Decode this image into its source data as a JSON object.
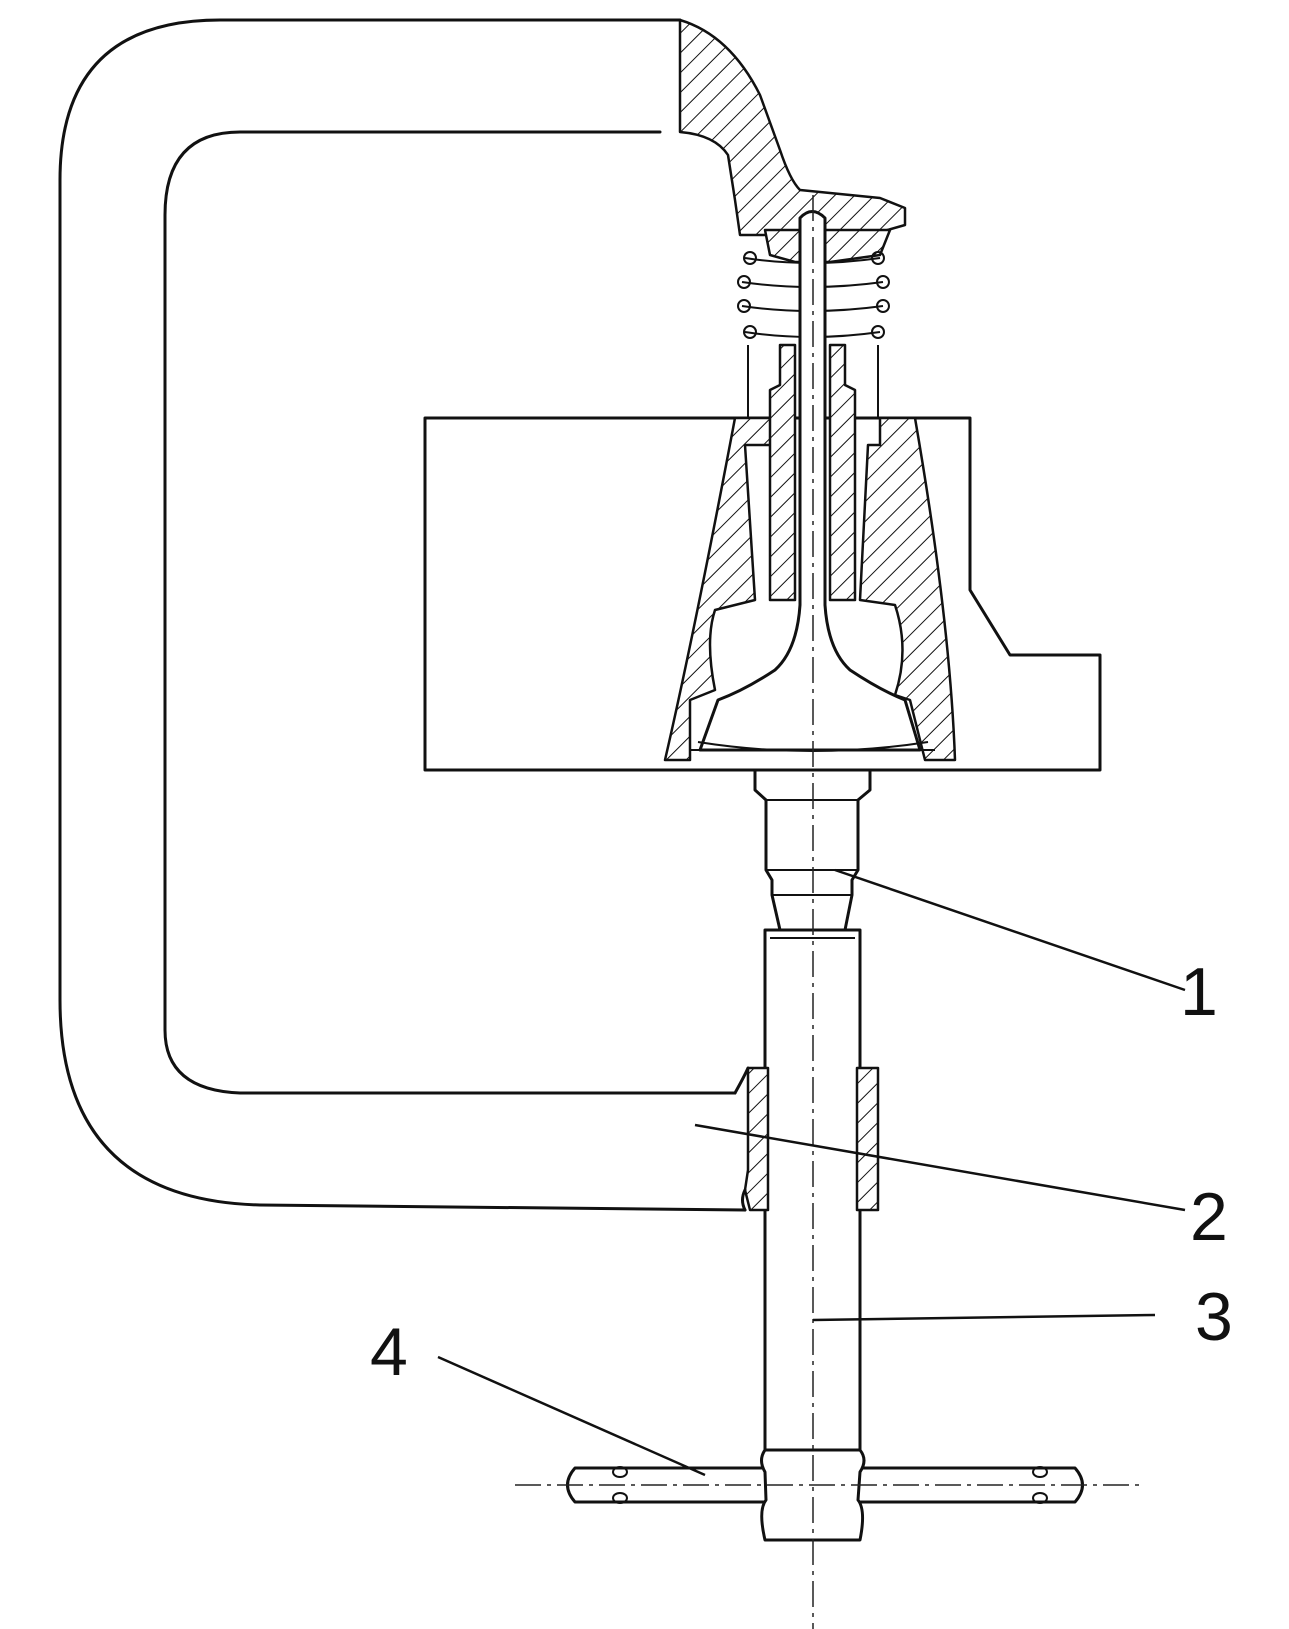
{
  "figure": {
    "callouts": [
      {
        "id": "1",
        "label": "1"
      },
      {
        "id": "2",
        "label": "2"
      },
      {
        "id": "3",
        "label": "3"
      },
      {
        "id": "4",
        "label": "4"
      }
    ],
    "colors": {
      "line": "#111111",
      "background": "#ffffff"
    }
  }
}
